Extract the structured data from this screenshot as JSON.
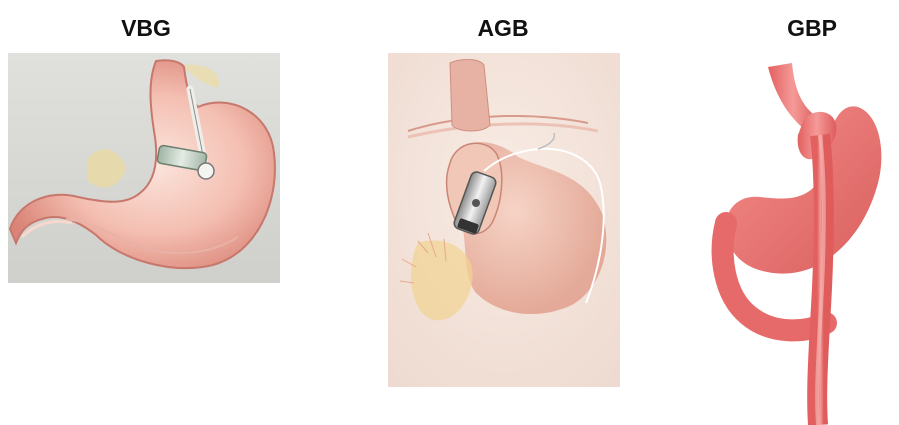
{
  "panels": [
    {
      "title": "VBG"
    },
    {
      "title": "AGB"
    },
    {
      "title": "GBP"
    }
  ],
  "colors": {
    "stomach_pink": "#f0a99d",
    "stomach_dark": "#c97167",
    "gbp_red": "#e97270",
    "vbg_background": "#d9d9d6",
    "agb_background": "#f5e6dc",
    "band_gray": "#c9cbc9",
    "fat_yellow": "#f2dc8c"
  }
}
